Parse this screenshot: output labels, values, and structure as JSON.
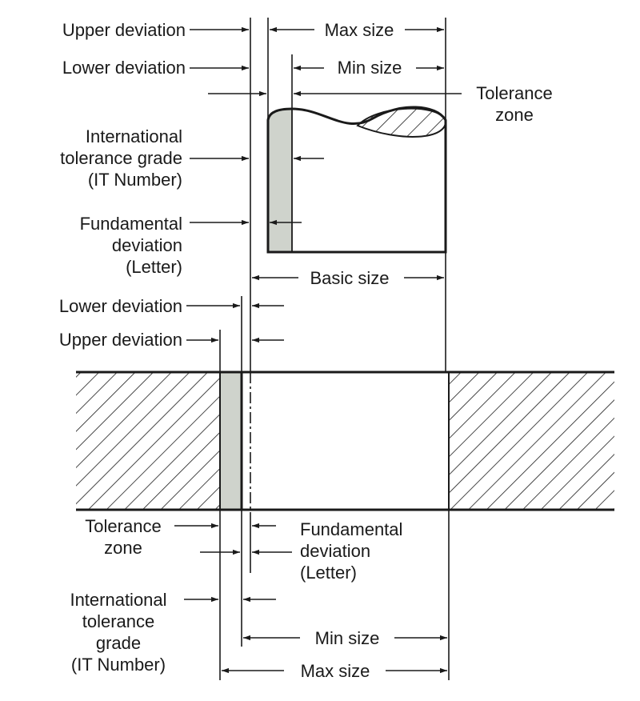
{
  "colors": {
    "ink": "#1a1a1a",
    "tolerance_fill": "#cfd3cc",
    "paper": "#ffffff"
  },
  "shaft": {
    "upper_deviation": "Upper deviation",
    "lower_deviation": "Lower deviation",
    "max_size": "Max size",
    "min_size": "Min size",
    "tolerance_zone": [
      "Tolerance",
      "zone"
    ],
    "it_grade": [
      "International",
      "tolerance grade",
      "(IT Number)"
    ],
    "fundamental_deviation": [
      "Fundamental",
      "deviation",
      "(Letter)"
    ],
    "basic_size": "Basic size"
  },
  "hole": {
    "lower_deviation": "Lower deviation",
    "upper_deviation": "Upper deviation",
    "tolerance_zone": [
      "Tolerance",
      "zone"
    ],
    "fundamental_deviation": [
      "Fundamental",
      "deviation",
      "(Letter)"
    ],
    "it_grade": [
      "International",
      "tolerance",
      "grade",
      "(IT Number)"
    ],
    "min_size": "Min size",
    "max_size": "Max size"
  }
}
